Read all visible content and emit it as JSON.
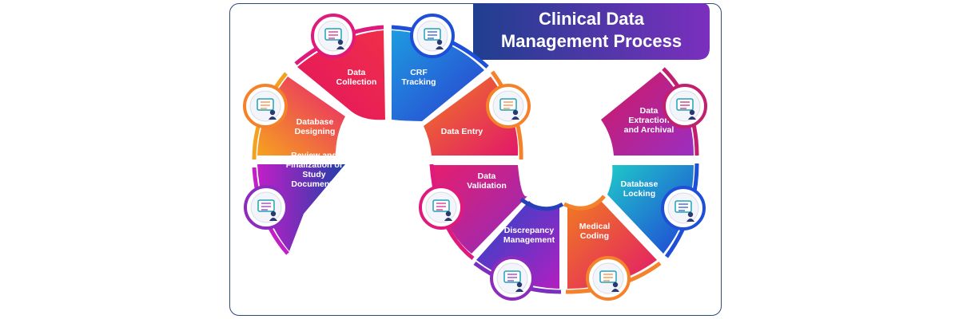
{
  "title": {
    "line1": "Clinical Data",
    "line2": "Management Process"
  },
  "steps": [
    {
      "id": "review",
      "lines": [
        "Review and",
        "Finalization of",
        "Study",
        "Documents"
      ],
      "icon": "document-review-icon"
    },
    {
      "id": "database-designing",
      "lines": [
        "Database",
        "Designing"
      ],
      "icon": "database-design-icon"
    },
    {
      "id": "data-collection",
      "lines": [
        "Data",
        "Collection"
      ],
      "icon": "data-collection-icon"
    },
    {
      "id": "crf-tracking",
      "lines": [
        "CRF",
        "Tracking"
      ],
      "icon": "crf-tracking-icon"
    },
    {
      "id": "data-entry",
      "lines": [
        "Data Entry"
      ],
      "icon": "data-entry-icon"
    },
    {
      "id": "data-validation",
      "lines": [
        "Data",
        "Validation"
      ],
      "icon": "validation-badge-icon"
    },
    {
      "id": "discrepancy",
      "lines": [
        "Discrepancy",
        "Management"
      ],
      "icon": "discrepancy-management-icon"
    },
    {
      "id": "medical-coding",
      "lines": [
        "Medical",
        "Coding"
      ],
      "icon": "medical-coding-icon"
    },
    {
      "id": "database-locking",
      "lines": [
        "Database",
        "Locking"
      ],
      "icon": "database-lock-icon"
    },
    {
      "id": "extraction",
      "lines": [
        "Data",
        "Extraction",
        "and Archival"
      ],
      "icon": "data-archival-icon"
    }
  ],
  "colors": {
    "frame": "#2e4a78",
    "title_start": "#1f3f8f",
    "title_end": "#7b2fbe",
    "pink": "#e0197d",
    "purple": "#8e2bbf",
    "blue": "#1d4fd8",
    "orange": "#f5822a",
    "teal": "#1fc4c8"
  }
}
